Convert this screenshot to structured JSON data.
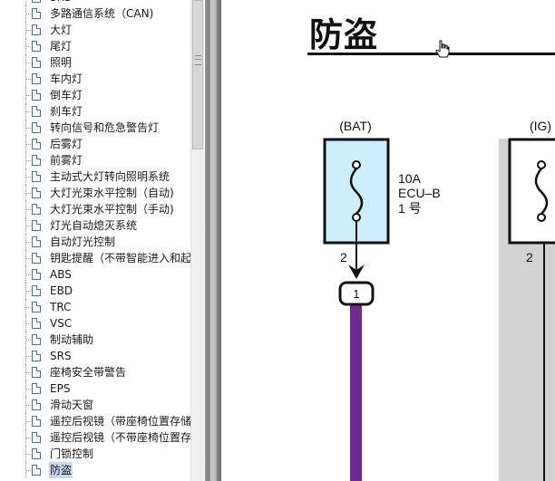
{
  "tree": {
    "items": [
      {
        "label": "SRS"
      },
      {
        "label": "多路通信系统（CAN)"
      },
      {
        "label": "大灯"
      },
      {
        "label": "尾灯"
      },
      {
        "label": "照明"
      },
      {
        "label": "车内灯"
      },
      {
        "label": "倒车灯"
      },
      {
        "label": "刹车灯"
      },
      {
        "label": "转向信号和危急警告灯"
      },
      {
        "label": "后雾灯"
      },
      {
        "label": "前雾灯"
      },
      {
        "label": "主动式大灯转向照明系统"
      },
      {
        "label": "大灯光束水平控制（自动)"
      },
      {
        "label": "大灯光束水平控制（手动)"
      },
      {
        "label": "灯光自动熄灭系统"
      },
      {
        "label": "自动灯光控制"
      },
      {
        "label": "钥匙提醒（不带智能进入和起"
      },
      {
        "label": "ABS"
      },
      {
        "label": "EBD"
      },
      {
        "label": "TRC"
      },
      {
        "label": "VSC"
      },
      {
        "label": "制动辅助"
      },
      {
        "label": "SRS"
      },
      {
        "label": "座椅安全带警告"
      },
      {
        "label": "EPS"
      },
      {
        "label": "滑动天窗"
      },
      {
        "label": "遥控后视镜（带座椅位置存储"
      },
      {
        "label": "遥控后视镜（不带座椅位置存"
      },
      {
        "label": "门锁控制"
      },
      {
        "label": "防盗",
        "selected": true
      }
    ]
  },
  "content": {
    "title": "防盗",
    "diagram": {
      "fuse1": {
        "source": "(BAT)",
        "name_line1": "10A",
        "name_line2": "ECU–B",
        "name_line3": "1 号",
        "pin": "2",
        "connector": "1"
      },
      "fuse2": {
        "source": "(IG)",
        "pin": "2"
      }
    }
  },
  "colors": {
    "fuse_fill": "#cdeefb",
    "wire": "#6f2a8f",
    "shade": "#d3d3d3",
    "selected": "#c8d8f0"
  }
}
